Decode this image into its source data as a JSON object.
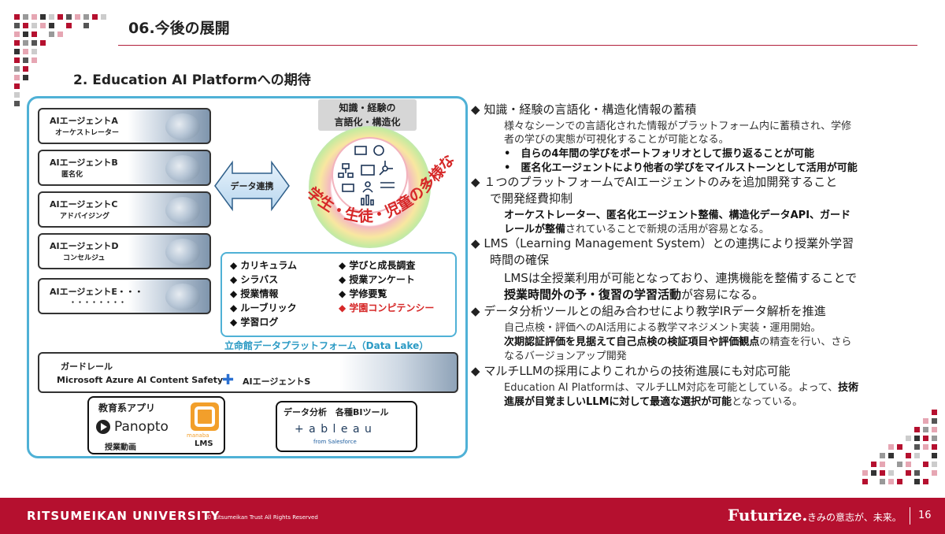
{
  "header": {
    "section_title": "06.今後の展開",
    "sub_title": "2. Education AI Platformへの期待"
  },
  "agents": [
    {
      "line1": "AIエージェントA",
      "line2": "オーケストレーター"
    },
    {
      "line1": "AIエージェントB",
      "line2": "匿名化"
    },
    {
      "line1": "AIエージェントC",
      "line2": "アドバイジング"
    },
    {
      "line1": "AIエージェントD",
      "line2": "コンセルジュ"
    },
    {
      "line1": "AIエージェントE・・・",
      "line2": "・・・・・・・・"
    }
  ],
  "diagram": {
    "data_link_label": "データ連携",
    "center_label_1": "知識・経験の",
    "center_label_2": "言語化・構造化",
    "arc_text": "学生・生徒・児童の多様な学び",
    "data_items_left": [
      "カリキュラム",
      "シラバス",
      "授業情報",
      "ルーブリック",
      "学習ログ"
    ],
    "data_items_right": [
      "学びと成長調査",
      "授業アンケート",
      "学修要覧",
      "学園コンピテンシー"
    ],
    "data_lake_caption": "立命館データプラットフォーム（Data Lake）",
    "guardrail_label": "ガードレール",
    "guardrail_product": "Microsoft Azure AI Content Safety",
    "guardrail_agent": "AIエージェントS",
    "apps_title": "教育系アプリ",
    "apps_panopto": "Panopto",
    "apps_panopto_caption": "授業動画",
    "apps_lms_brand": "manaba",
    "apps_lms_caption": "LMS",
    "bi_title": "データ分析　各種BIツール",
    "bi_tableau": "+ a b l e a u",
    "bi_from": "from Salesforce"
  },
  "bullets": {
    "b1_title": "知識・経験の言語化・構造化情報の蓄積",
    "b1_l1": "様々なシーンでの言語化された情報がプラットフォーム内に蓄積され、学修",
    "b1_l2": "者の学びの実態が可視化することが可能となる。",
    "b1_d1": "自らの4年間の学びをポートフォリオとして振り返ることが可能",
    "b1_d2": "匿名化エージェントにより他者の学びをマイルストーンとして活用が可能",
    "b2_title_1": "１つのプラットフォームでAIエージェントのみを追加開発すること",
    "b2_title_2": "で開発経費抑制",
    "b2_l1": "オーケストレーター、匿名化エージェント整備、構造化データAPI、ガード",
    "b2_l2_bold": "レールが整備",
    "b2_l2_rest": "されていることで新規の活用が容易となる。",
    "b3_title_1": "LMS（Learning Management System）との連携により授業外学習",
    "b3_title_2": "時間の確保",
    "b3_l1": "LMSは全授業利用が可能となっており、連携機能を整備することで",
    "b3_l2_bold": "授業時間外の予・復習の学習活動",
    "b3_l2_rest": "が容易になる。",
    "b4_title": "データ分析ツールとの組み合わせにより教学IRデータ解析を推進",
    "b4_l1": "自己点検・評価へのAI活用による教学マネジメント実装・運用開始。",
    "b4_l2_bold": "次期認証評価を見据えて自己点検の検証項目や評価観点",
    "b4_l2_rest": "の精査を行い、さら",
    "b4_l3": "なるバージョンアップ開発",
    "b5_title": "マルチLLMの採用によりこれからの技術進展にも対応可能",
    "b5_l1_a": "Education AI Platformは、マルチLLM対応を可能としている。よって、",
    "b5_l1_bold": "技術",
    "b5_l2_bold": "進展が目覚ましいLLMに対して最適な選択が可能",
    "b5_l2_rest": "となっている。"
  },
  "footer": {
    "university": "RITSUMEIKAN UNIVERSITY",
    "copyright": "© Ritsumeikan Trust All Rights Reserved",
    "futurize": "Futurize.",
    "tagline": "きみの意志が、未来。",
    "page_number": "16"
  },
  "colors": {
    "brand_red": "#b5102f",
    "accent_blue": "#4fb1d6",
    "highlight_red": "#d62828"
  }
}
